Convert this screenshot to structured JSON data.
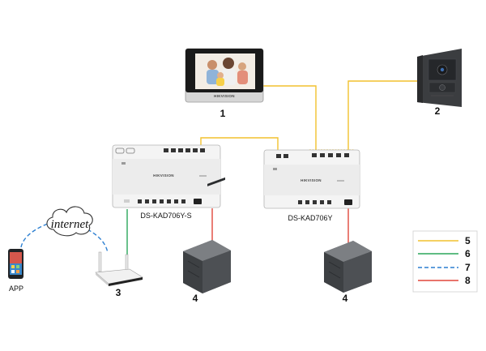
{
  "callouts": {
    "monitor": "1",
    "door_station": "2",
    "router": "3",
    "power_supply_left": "4",
    "power_supply_right": "4"
  },
  "devices": {
    "distributor_left": "DS-KAD706Y-S",
    "distributor_right": "DS-KAD706Y",
    "app": "APP",
    "brand": "HIKVISION"
  },
  "cloud": {
    "label": "internet"
  },
  "legend": [
    {
      "number": "5",
      "color": "#f2c12e",
      "style": "solid"
    },
    {
      "number": "6",
      "color": "#2aa65a",
      "style": "solid"
    },
    {
      "number": "7",
      "color": "#2c7fd1",
      "style": "dashed"
    },
    {
      "number": "8",
      "color": "#e0463c",
      "style": "solid"
    }
  ]
}
